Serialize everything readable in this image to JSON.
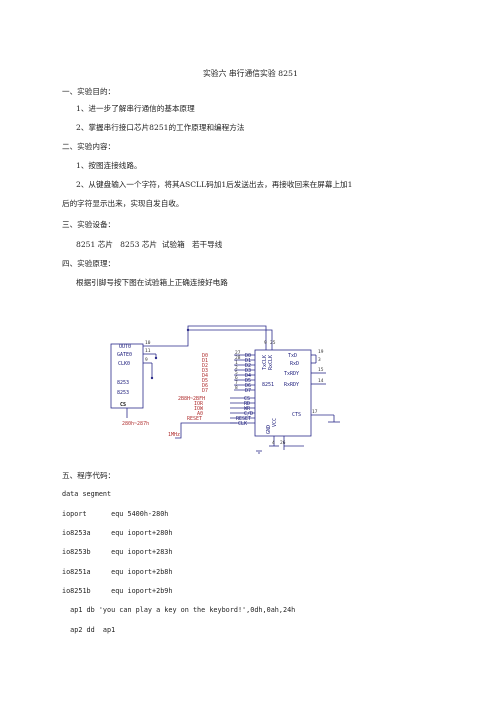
{
  "title": "实验六 串行通信实验 8251",
  "sections": {
    "purpose_heading": "一、实验目的：",
    "purpose_items": [
      "1、进一步了解串行通信的基本原理",
      "2、掌握串行接口芯片8251的工作原理和编程方法"
    ],
    "content_heading": "二、实验内容：",
    "content_items": [
      "1、按图连接线路。",
      "2、从键盘输入一个字符，将其ASCLL码加1后发送出去，再接收回来在屏幕上加1",
      "后的字符显示出来，实现自发自收。"
    ],
    "equipment_heading": "三、实验设备：",
    "equipment_text": "8251 芯片   8253 芯片  试验箱   若干导线",
    "principle_heading": "四、实验原理：",
    "principle_text": "根据引脚号按下图在试验箱上正确连接好电路",
    "code_heading": "五、程序代码："
  },
  "schematic": {
    "chip_8253": {
      "label_top": "8253",
      "name": "8253",
      "pins": [
        "OUT0",
        "GATE0",
        "CLK0"
      ],
      "pin_nums": [
        "10",
        "11",
        "9"
      ],
      "cs": "CS",
      "addr": "280h~287h"
    },
    "clock": "1MHz",
    "chip_8251": {
      "name": "8251",
      "data_pins": [
        "D0",
        "D1",
        "D2",
        "D3",
        "D4",
        "D5",
        "D6",
        "D7"
      ],
      "data_nums": [
        "27",
        "28",
        "1",
        "2",
        "5",
        "6",
        "7",
        "8"
      ],
      "right_pins": [
        "TxD",
        "RxD",
        "TxRDY",
        "RxRDY",
        "CTS"
      ],
      "right_nums": [
        "19",
        "3",
        "15",
        "14",
        "17"
      ],
      "ctrl_labels": [
        "2B8H~2BFH",
        "IOR",
        "IOW",
        "A0",
        "RESET"
      ],
      "ctrl_pins": [
        "CS",
        "RD",
        "WR",
        "C/D",
        "RESET",
        "CLK"
      ],
      "ctrl_nums": [
        "11",
        "13",
        "10",
        "12",
        "21",
        "20"
      ],
      "top_pins": [
        "TxCLK",
        "RxCLK"
      ],
      "top_nums": [
        "9",
        "25"
      ],
      "bottom_pins": [
        "GND",
        "VCC"
      ],
      "bottom_nums": [
        "4",
        "26"
      ]
    }
  },
  "code_lines": [
    "data segment",
    "ioport      equ 5400h-280h",
    "io8253a     equ ioport+280h",
    "io8253b     equ ioport+283h",
    "io8251a     equ ioport+2b8h",
    "io8251b     equ ioport+2b9h",
    "  ap1 db 'you can play a key on the keybord!',0dh,0ah,24h",
    "  ap2 dd  ap1"
  ]
}
